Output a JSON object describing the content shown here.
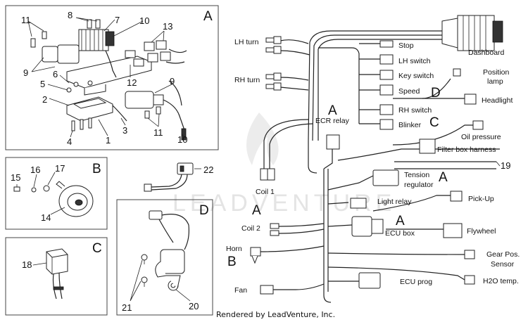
{
  "panels": {
    "A": {
      "letter": "A",
      "numbers": [
        "11",
        "8",
        "7",
        "10",
        "13",
        "9",
        "6",
        "5",
        "12",
        "2",
        "3",
        "4",
        "1",
        "9",
        "11",
        "10"
      ]
    },
    "B": {
      "letter": "B",
      "numbers": [
        "15",
        "16",
        "17",
        "14"
      ]
    },
    "C": {
      "letter": "C",
      "numbers": [
        "18"
      ]
    },
    "D": {
      "letter": "D",
      "numbers": [
        "21",
        "20"
      ]
    },
    "loose": {
      "numbers": [
        "22",
        "19"
      ]
    }
  },
  "labels": {
    "lh_turn": "LH turn",
    "rh_turn": "RH turn",
    "stop": "Stop",
    "lh_switch": "LH switch",
    "key_switch": "Key switch",
    "speed": "Speed",
    "rh_switch": "RH switch",
    "blinker": "Blinker",
    "dashboard": "Dashboard",
    "position_lamp_1": "Position",
    "position_lamp_2": "lamp",
    "headlight": "Headlight",
    "oil_pressure": "Oil pressure",
    "ecr_relay": "ECR relay",
    "filter_box_harness": "Filter box harness",
    "tension_regulator_1": "Tension",
    "tension_regulator_2": "regulator",
    "coil_1": "Coil 1",
    "light_relay": "Light relay",
    "pick_up": "Pick-Up",
    "coil_2": "Coil 2",
    "ecu_box": "ECU box",
    "flywheel": "Flywheel",
    "horn": "Horn",
    "gear_pos_1": "Gear Pos.",
    "gear_pos_2": "Sensor",
    "fan": "Fan",
    "ecu_prog": "ECU prog",
    "h2o_temp": "H2O temp."
  },
  "callouts": {
    "a_ecr": "A",
    "c_blinker": "C",
    "d_speed": "D",
    "a_tension": "A",
    "a_coil": "A",
    "a_ecu": "A",
    "b_horn": "B"
  },
  "watermark": "LEADVENTURE",
  "footer": "Rendered by LeadVenture, Inc."
}
